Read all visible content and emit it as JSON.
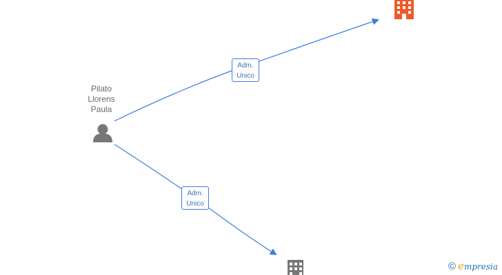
{
  "person": {
    "name_lines": [
      "Pilato",
      "Llorens",
      "Paula"
    ],
    "icon": "person-icon",
    "color": "#777777"
  },
  "companies": [
    {
      "icon": "building-icon",
      "color": "#f05a28"
    },
    {
      "icon": "building-icon",
      "color": "#777777"
    }
  ],
  "relations": [
    {
      "label_lines": [
        "Adm.",
        "Unico"
      ],
      "from": "person",
      "to": "company-1"
    },
    {
      "label_lines": [
        "Adm.",
        "Unico"
      ],
      "from": "person",
      "to": "company-2"
    }
  ],
  "edge_color": "#3b7dd8",
  "watermark": {
    "symbol": "©",
    "brand_initial": "e",
    "brand_rest": "mpresia",
    "initial_color": "#f0a020",
    "brand_color": "#1f6fb0"
  }
}
